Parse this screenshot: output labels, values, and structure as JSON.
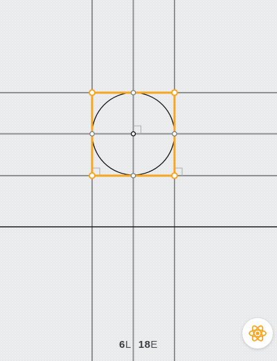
{
  "level": {
    "lines_count": "6",
    "lines_unit": "L",
    "elements_count": "18",
    "elements_unit": "E"
  },
  "colors": {
    "background": "#e9eaeb",
    "guide_line": "#8e9194",
    "base_line": "#1b1b1b",
    "highlight": "#f5a623",
    "circle": "#111111",
    "point_fill": "#ffffff"
  },
  "icons": {
    "hint_button": "atom-icon"
  }
}
